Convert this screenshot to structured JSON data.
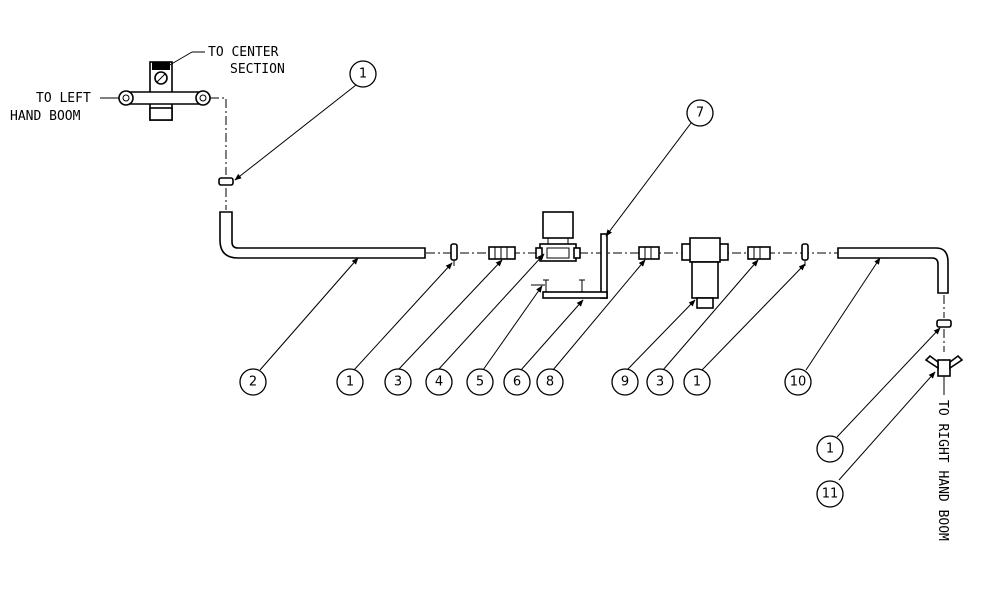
{
  "notes": {
    "to_center_line1": "TO CENTER",
    "to_center_line2": "SECTION",
    "to_left_line1": "TO LEFT",
    "to_left_line2": "HAND BOOM",
    "to_right": "TO RIGHT HAND BOOM"
  },
  "callouts": [
    {
      "id": "callout-1-top",
      "label": "1"
    },
    {
      "id": "callout-7",
      "label": "7"
    },
    {
      "id": "callout-2",
      "label": "2"
    },
    {
      "id": "callout-1-a",
      "label": "1"
    },
    {
      "id": "callout-3-a",
      "label": "3"
    },
    {
      "id": "callout-4",
      "label": "4"
    },
    {
      "id": "callout-5",
      "label": "5"
    },
    {
      "id": "callout-6",
      "label": "6"
    },
    {
      "id": "callout-8",
      "label": "8"
    },
    {
      "id": "callout-9",
      "label": "9"
    },
    {
      "id": "callout-3-b",
      "label": "3"
    },
    {
      "id": "callout-1-b",
      "label": "1"
    },
    {
      "id": "callout-10",
      "label": "10"
    },
    {
      "id": "callout-1-c",
      "label": "1"
    },
    {
      "id": "callout-11",
      "label": "11"
    }
  ]
}
